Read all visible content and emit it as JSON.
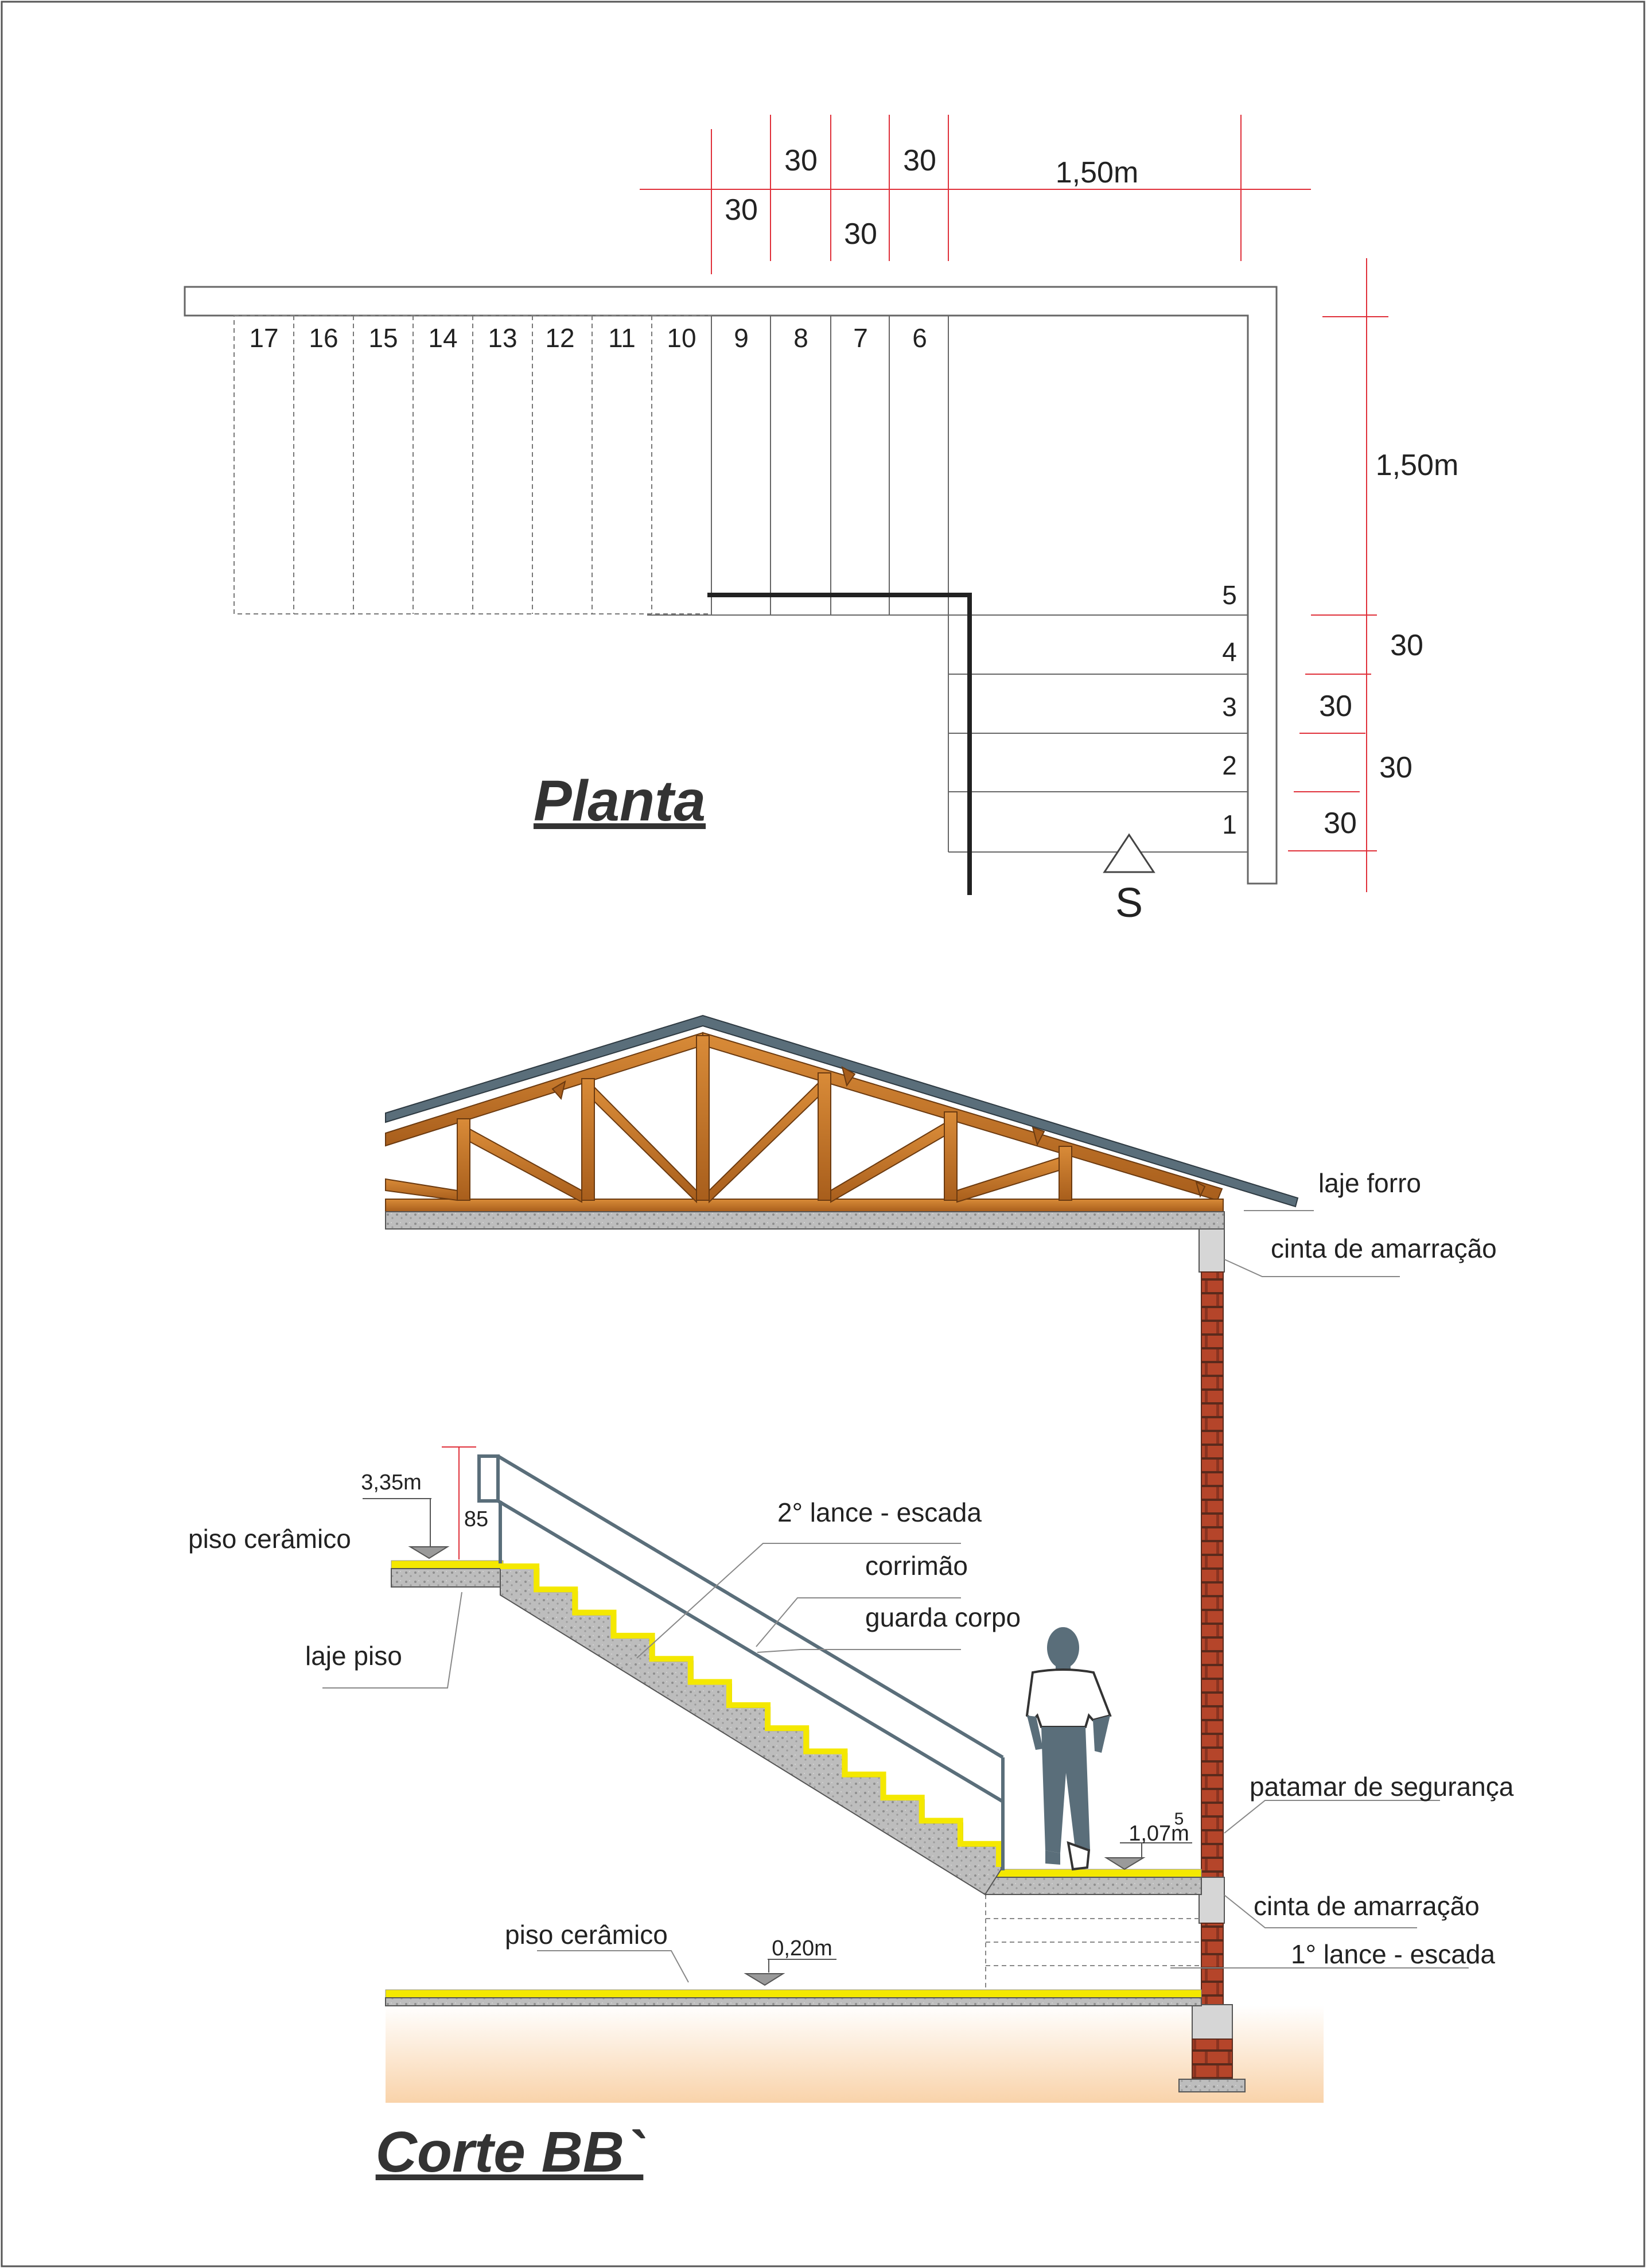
{
  "plan": {
    "title": "Planta",
    "exit_label": "S",
    "dims_top": [
      "30",
      "30",
      "30",
      "30",
      "1,50m"
    ],
    "dims_right": [
      "1,50m",
      "30",
      "30",
      "30",
      "30"
    ],
    "steps_flight2": [
      "6",
      "7",
      "8",
      "9",
      "10",
      "11",
      "12",
      "13",
      "14",
      "15",
      "16",
      "17"
    ],
    "steps_flight1": [
      "1",
      "2",
      "3",
      "4",
      "5"
    ]
  },
  "section": {
    "title": "Corte BB`",
    "labels": {
      "laje_forro": "laje forro",
      "cinta_top": "cinta de amarração",
      "piso_ceramico_upper": "piso cerâmico",
      "laje_piso": "laje piso",
      "lance2": "2° lance - escada",
      "corrimao": "corrimão",
      "guarda_corpo": "guarda corpo",
      "patamar": "patamar de segurança",
      "cinta_bottom": "cinta de amarração",
      "lance1": "1° lance - escada",
      "piso_ceramico_lower": "piso cerâmico"
    },
    "levels": {
      "upper": "3,35m",
      "landing": "1,07m",
      "landing_sup": "5",
      "ground": "0,20m",
      "rail_height": "85"
    }
  },
  "colors": {
    "wood": "#c8782a",
    "roof": "#5a6e7a",
    "concrete": "#b8b8b8",
    "finish": "#f4e800",
    "brick": "#b5452a",
    "ground": "#f9d3aa",
    "dim_red": "#e0303a"
  }
}
